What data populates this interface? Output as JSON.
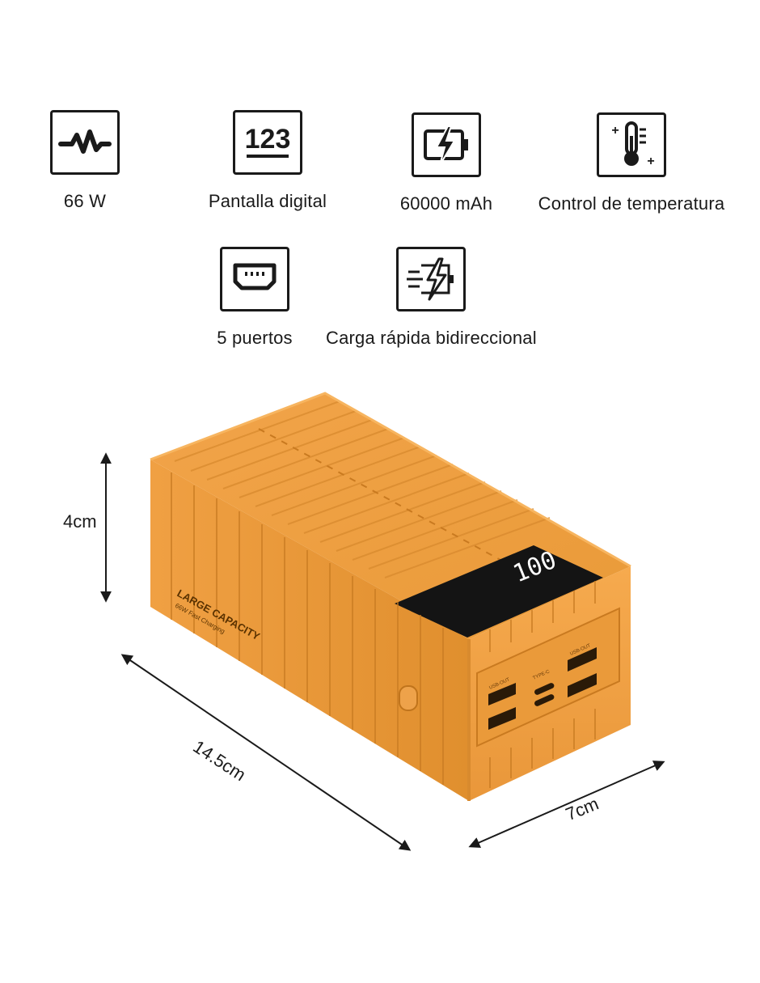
{
  "features": [
    {
      "label": "66 W",
      "icon": "waveform-icon"
    },
    {
      "label": "Pantalla digital",
      "icon": "digital-display-icon"
    },
    {
      "label": "60000 mAh",
      "icon": "battery-charge-icon"
    },
    {
      "label": "Control de temperatura",
      "icon": "thermometer-icon"
    },
    {
      "label": "5 puertos",
      "icon": "port-icon"
    },
    {
      "label": "Carga rápida bidireccional",
      "icon": "fast-charge-icon"
    }
  ],
  "icon_texts": {
    "digital_display": "123"
  },
  "product": {
    "side_title": "LARGE CAPACITY",
    "side_subtitle": "66W Fast Charging",
    "display_reading": "100",
    "port_labels": [
      "USB-OUT",
      "TYPE-C",
      "USB-OUT"
    ],
    "body_color": "#f0a040",
    "display_color": "#141414"
  },
  "dimensions": {
    "height": "4cm",
    "length": "14.5cm",
    "width": "7cm"
  }
}
